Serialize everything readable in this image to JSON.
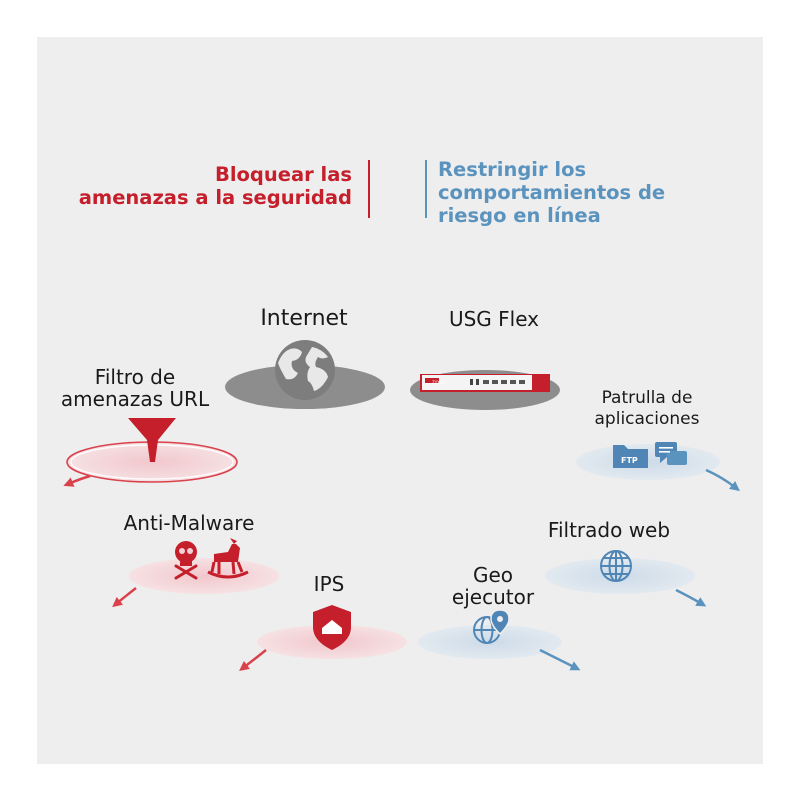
{
  "titles": {
    "left": [
      "Bloquear las",
      "amenazas a la seguridad"
    ],
    "right": [
      "Restringir los",
      "comportamientos de",
      "riesgo en línea"
    ]
  },
  "nodes": {
    "internet": "Internet",
    "usg": "USG Flex",
    "device_logo": "ZYXEL",
    "url_filter": [
      "Filtro de",
      "amenazas URL"
    ],
    "app_patrol": [
      "Patrulla de",
      "aplicaciones"
    ],
    "ftp": "FTP",
    "anti_malware": "Anti-Malware",
    "web_filter": "Filtrado web",
    "ips": "IPS",
    "geo": [
      "Geo",
      "ejecutor"
    ]
  },
  "colors": {
    "red": "#c41f2b",
    "blue": "#5b93bf",
    "red_ring": "#f2d0d3",
    "blue_ring": "#d6e1ec",
    "gray_disc": "#8d8d8d",
    "background": "#efeeee"
  },
  "icons": [
    "globe-icon",
    "firewall-device-icon",
    "funnel-icon",
    "folder-icon",
    "chat-icon",
    "skull-icon",
    "rocking-horse-icon",
    "web-globe-icon",
    "shield-icon",
    "geo-pin-icon"
  ]
}
